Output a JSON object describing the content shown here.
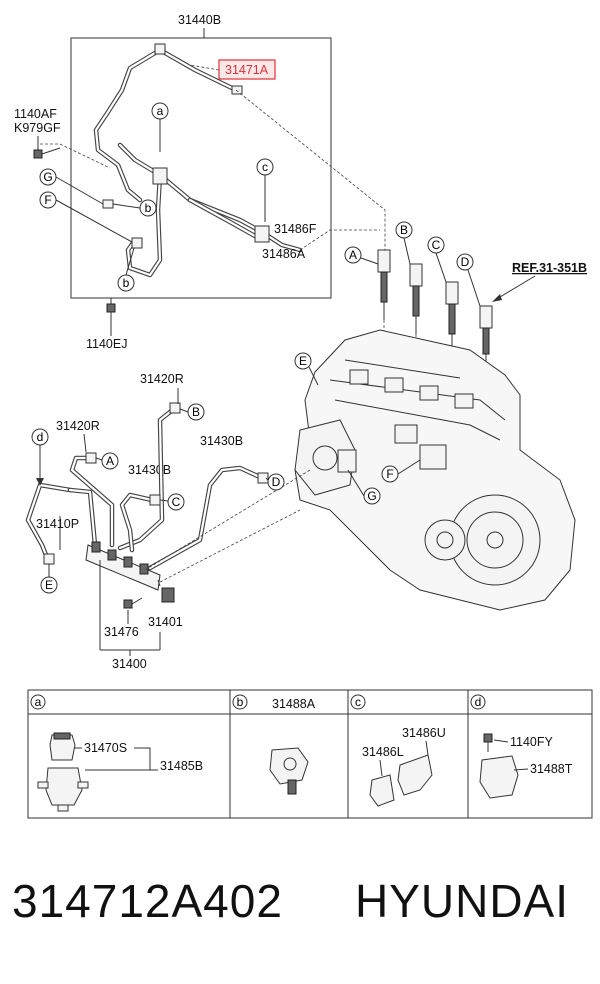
{
  "top_group": {
    "assembly": "31440B",
    "highlighted_part": "31471A",
    "left_bolt_line1": "1140AF",
    "left_bolt_line2": "K979GF",
    "bottom_bolt": "1140EJ",
    "connector_1": "31486F",
    "connector_2": "31486A"
  },
  "callouts": {
    "a": "a",
    "b": "b",
    "c": "c",
    "d": "d",
    "A": "A",
    "B": "B",
    "C": "C",
    "D": "D",
    "E": "E",
    "F": "F",
    "G": "G"
  },
  "reference": "REF.31-351B",
  "lower_group": {
    "pipe_a": "31420R",
    "pipe_b": "31420R",
    "pipe_c": "31430B",
    "pipe_d": "31430B",
    "pipe_e": "31410P",
    "bolt": "31476",
    "sensor": "31401",
    "rail": "31400"
  },
  "detail_table": {
    "a_parts": [
      "31470S",
      "31485B"
    ],
    "b_part": "31488A",
    "c_parts": [
      "31486U",
      "31486L"
    ],
    "d_parts": [
      "1140FY",
      "31488T"
    ]
  },
  "footer": {
    "part_number": "314712A402",
    "brand": "HYUNDAI"
  },
  "colors": {
    "highlight": "#e0303a",
    "line": "#333333"
  }
}
